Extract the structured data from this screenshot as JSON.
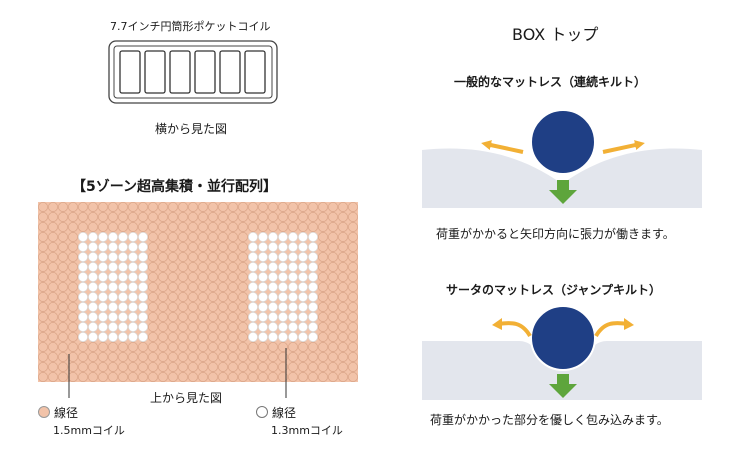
{
  "side_view": {
    "title": "7.7インチ円筒形ポケットコイル",
    "caption": "横から見た図",
    "coil_count": 6
  },
  "top_view": {
    "title": "【5ゾーン超高集積・並行配列】",
    "caption": "上から見た図",
    "legend": [
      {
        "symbol": "○",
        "label": "線径",
        "sub": "1.5mmコイル",
        "color": "#f2c3a9"
      },
      {
        "symbol": "○",
        "label": "線径",
        "sub": "1.3mmコイル",
        "color": "#ffffff"
      }
    ]
  },
  "box": {
    "title": "BOX トップ",
    "normal": {
      "heading": "一般的なマットレス（連続キルト）",
      "caption": "荷重がかかると矢印方向に張力が働きます。"
    },
    "saatva": {
      "heading": "サータのマットレス（ジャンプキルト）",
      "caption": "荷重がかかった部分を優しく包み込みます。"
    }
  },
  "colors": {
    "coil_peach": "#f2c3a9",
    "mattress": "#e3e6ed",
    "ball": "#1f3f85",
    "arrow_orange": "#f2b035",
    "arrow_green": "#5ea53c"
  }
}
